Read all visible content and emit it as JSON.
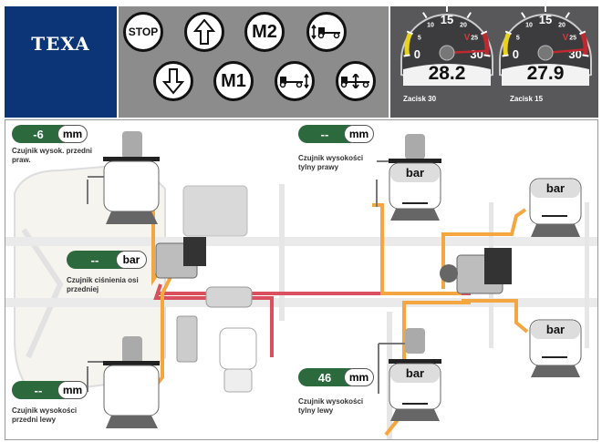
{
  "brand": {
    "logo_text": "TEXA",
    "color": "#0b3577"
  },
  "controls": {
    "buttons": [
      {
        "id": "stop",
        "label": "STOP",
        "icon": "stop-icon"
      },
      {
        "id": "raise",
        "label": "",
        "icon": "arrow-up-icon"
      },
      {
        "id": "m2",
        "label": "M2",
        "icon": "memory-2-icon"
      },
      {
        "id": "front-axle",
        "label": "",
        "icon": "front-axle-lift-icon"
      },
      {
        "id": "lower",
        "label": "",
        "icon": "arrow-down-icon"
      },
      {
        "id": "m1",
        "label": "M1",
        "icon": "memory-1-icon"
      },
      {
        "id": "rear-axle",
        "label": "",
        "icon": "rear-axle-lift-icon"
      },
      {
        "id": "both-axles",
        "label": "",
        "icon": "both-axles-lift-icon"
      }
    ]
  },
  "gauges": [
    {
      "label": "Zacisk 30",
      "value": "28.2",
      "scale_ticks": [
        "0",
        "5",
        "10",
        "15",
        "20",
        "25",
        "30"
      ],
      "unit": "V",
      "needle_value": 28.2
    },
    {
      "label": "Zacisk 15",
      "value": "27.9",
      "scale_ticks": [
        "0",
        "5",
        "10",
        "15",
        "20",
        "25",
        "30"
      ],
      "unit": "V",
      "needle_value": 27.9
    }
  ],
  "sensors": {
    "front_right_height": {
      "value": "-6",
      "unit": "mm",
      "caption_1": "Czujnik wysok. przedni",
      "caption_2": "praw."
    },
    "front_axle_pressure": {
      "value": "--",
      "unit": "bar",
      "caption_1": "Czujnik ciśnienia osi",
      "caption_2": "przedniej"
    },
    "front_left_height": {
      "value": "--",
      "unit": "mm",
      "caption_1": "Czujnik wysokości",
      "caption_2": "przedni  lewy"
    },
    "rear_right_height": {
      "value": "--",
      "unit": "mm",
      "caption_1": "Czujnik wysokości",
      "caption_2": "tylny  prawy"
    },
    "rear_left_height": {
      "value": "46",
      "unit": "mm",
      "caption_1": "Czujnik wysokości",
      "caption_2": "tylny  lewy"
    }
  },
  "air_bags": {
    "rear_right_inner": {
      "label": "bar"
    },
    "rear_right_outer": {
      "label": "bar"
    },
    "rear_left_inner": {
      "label": "bar"
    },
    "rear_left_outer": {
      "label": "bar"
    }
  },
  "colors": {
    "readout_green": "#2c6a3d",
    "air_line_orange": "#f4a640",
    "air_line_red": "#d9505e"
  }
}
